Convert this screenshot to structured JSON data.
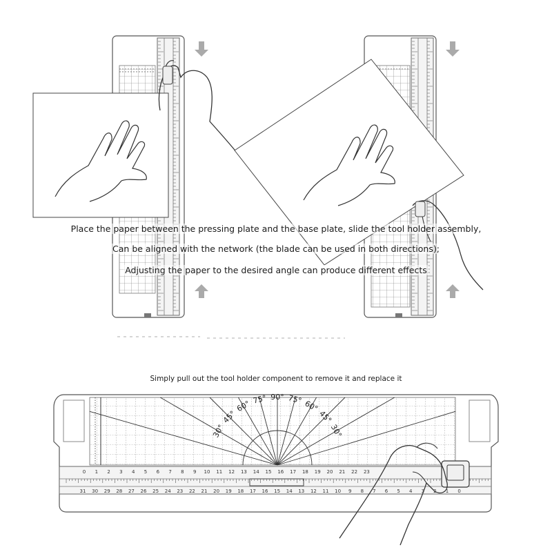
{
  "captions": {
    "line1": "Place the paper between the pressing plate and the base plate, slide the tool holder assembly,",
    "line2": "Can be aligned with the network (the blade can be used in both directions);",
    "line3": "Adjusting the paper to the desired angle can produce different effects",
    "line4": "Simply pull out the tool holder component to remove it and replace it"
  },
  "angle_labels": [
    "30°",
    "45°",
    "60°",
    "75°",
    "90°",
    "75°",
    "60°",
    "45°",
    "30°"
  ],
  "scale_top": [
    "0",
    "1",
    "2",
    "3",
    "4",
    "5",
    "6",
    "7",
    "8",
    "9",
    "10",
    "11",
    "12",
    "13",
    "14",
    "15",
    "16",
    "17",
    "18",
    "19",
    "20",
    "21",
    "22",
    "23"
  ],
  "scale_bottom": [
    "31",
    "30",
    "29",
    "28",
    "27",
    "26",
    "25",
    "24",
    "23",
    "22",
    "21",
    "20",
    "19",
    "18",
    "17",
    "16",
    "15",
    "14",
    "13",
    "12",
    "11",
    "10",
    "9",
    "8",
    "7",
    "6",
    "5",
    "4",
    "3",
    "2",
    "1",
    "0"
  ],
  "icons": {
    "arrow_down": "down-arrow-icon",
    "arrow_up": "up-arrow-icon",
    "hand": "hand-icon"
  },
  "colors": {
    "line": "#333333",
    "light_line": "#8a8a8a",
    "paper": "#ffffff"
  }
}
